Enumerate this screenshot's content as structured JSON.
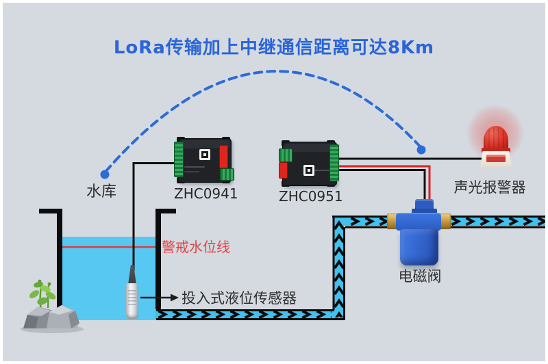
{
  "title": {
    "text": "LoRa传输加上中继通信距离可达8Km"
  },
  "devices": [
    {
      "label": "ZHC0941"
    },
    {
      "label": "ZHC0951"
    }
  ],
  "labels": {
    "reservoir": "水库",
    "alarm": "声光报警器",
    "warning_line": "警戒水位线",
    "level_sensor": "投入式液位传感器",
    "valve": "电磁阀"
  },
  "colors": {
    "background": "#d5dae1",
    "title_blue": "#2a65d8",
    "arc_dashed_blue": "#2d6bd6",
    "water_blue": "#56c8f2",
    "pipe_cyan": "#42c1ee",
    "warning_line_red": "#e23b3b",
    "wire_black": "#101010",
    "wire_red": "#e01f1f",
    "alarm_red": "#d93226",
    "valve_blue": "#2f62c8",
    "terminal_green": "#2e9e53",
    "brass_gold": "#c1923a"
  }
}
